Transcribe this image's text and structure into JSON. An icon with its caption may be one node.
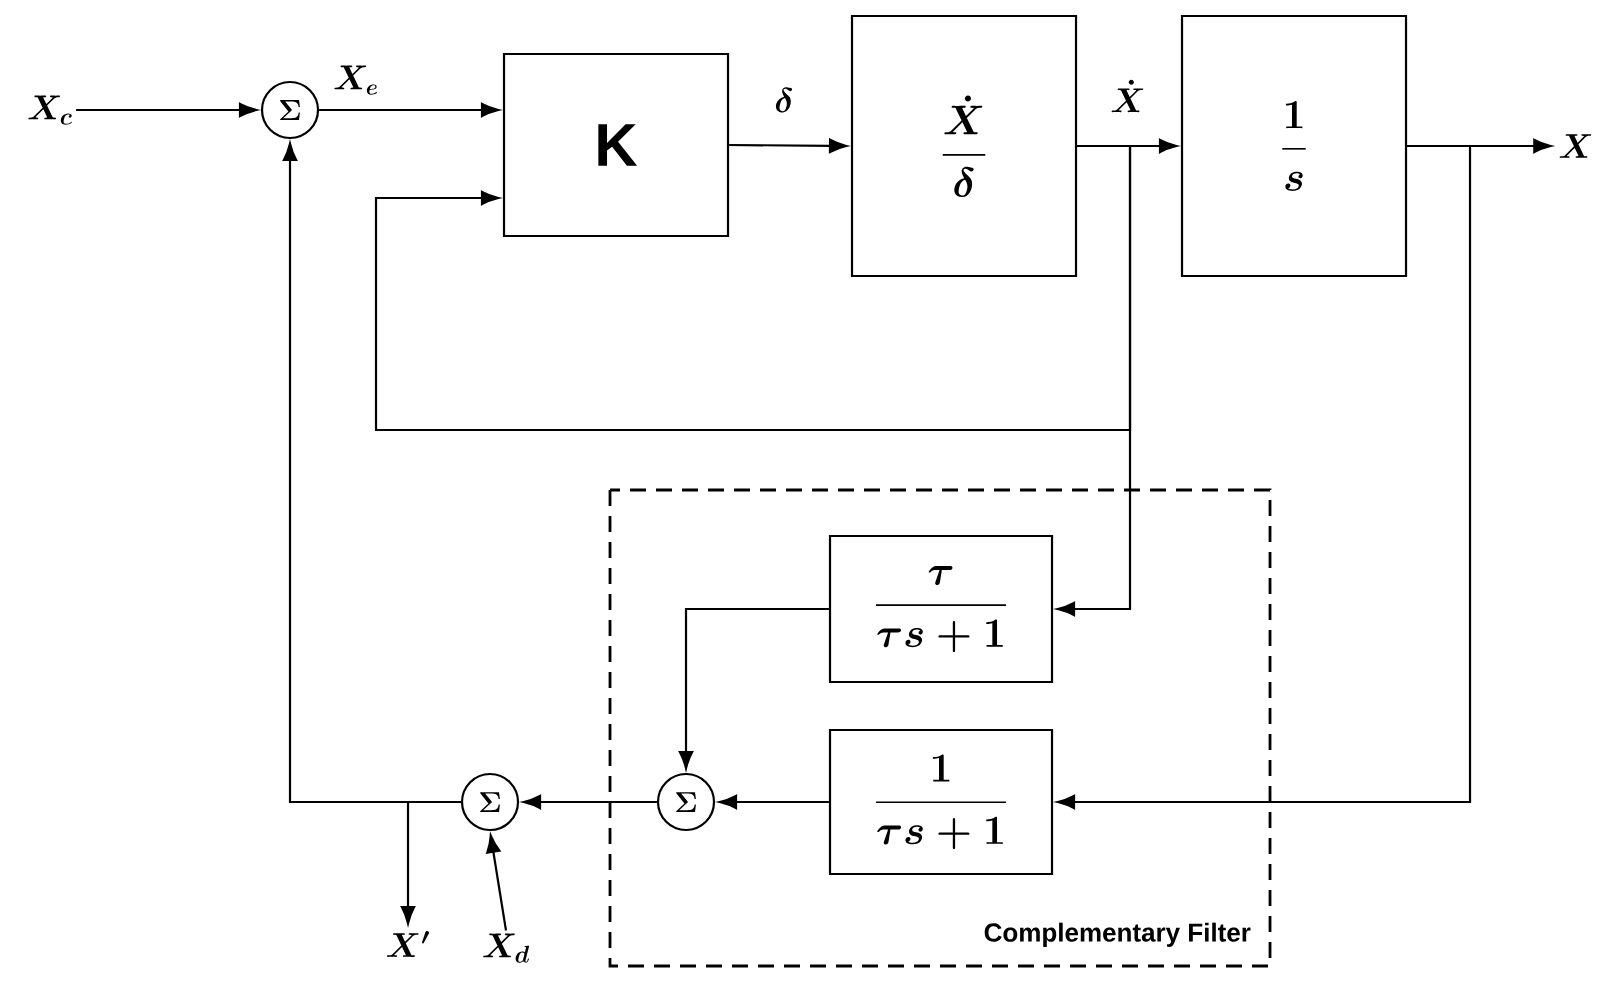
{
  "diagram": {
    "nodes": [
      {
        "text": [
          "X_c"
        ]
      },
      {
        "text": [
          "\\Sigma"
        ]
      },
      {
        "text": [
          "K"
        ]
      },
      {
        "text": [
          "\\frac{\\dot{X}}{\\delta}"
        ]
      },
      {
        "text": [
          "\\frac{1}{s}"
        ]
      },
      {
        "text": [
          "X"
        ]
      },
      {
        "text": [
          "Complementary Filter"
        ]
      },
      {
        "text": [
          "\\frac{\\tau}{\\tau s+1}"
        ],
        "in": 6
      },
      {
        "text": [
          "\\frac{1}{\\tau s+1}"
        ],
        "in": 6
      },
      {
        "text": [
          "\\Sigma"
        ],
        "in": 6
      },
      {
        "text": [
          "\\Sigma"
        ]
      },
      {
        "text": [
          "X'"
        ]
      },
      {
        "text": [
          "X_d"
        ]
      }
    ],
    "edges": [
      {
        "from": 0,
        "to": 1,
        "arrow": "to"
      },
      {
        "from": 1,
        "to": 2,
        "arrow": "to",
        "label": "X_e"
      },
      {
        "from": 2,
        "to": 3,
        "arrow": "to",
        "label": "\\delta"
      },
      {
        "from": 3,
        "to": 4,
        "arrow": "to",
        "label": "\\dot{X}"
      },
      {
        "from": 4,
        "to": 5,
        "arrow": "to"
      },
      {
        "from": 3,
        "to": 2,
        "arrow": "to"
      },
      {
        "from": 3,
        "to": 7,
        "arrow": "to"
      },
      {
        "from": 4,
        "to": 8,
        "arrow": "to"
      },
      {
        "from": 7,
        "to": 9,
        "arrow": "to"
      },
      {
        "from": 8,
        "to": 9,
        "arrow": "to"
      },
      {
        "from": 9,
        "to": 10,
        "arrow": "to"
      },
      {
        "from": 10,
        "to": 1,
        "arrow": "to"
      },
      {
        "from": 10,
        "to": 11,
        "arrow": "to"
      },
      {
        "from": 12,
        "to": 10,
        "arrow": "to"
      }
    ]
  }
}
